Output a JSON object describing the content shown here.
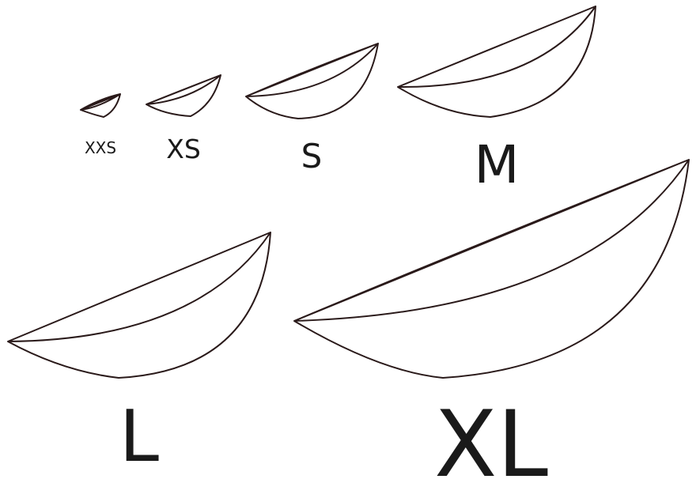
{
  "stroke_color": "#2a1a1a",
  "sizes": [
    {
      "label": "XXS"
    },
    {
      "label": "XS"
    },
    {
      "label": "S"
    },
    {
      "label": "M"
    },
    {
      "label": "L"
    },
    {
      "label": "XL"
    }
  ]
}
